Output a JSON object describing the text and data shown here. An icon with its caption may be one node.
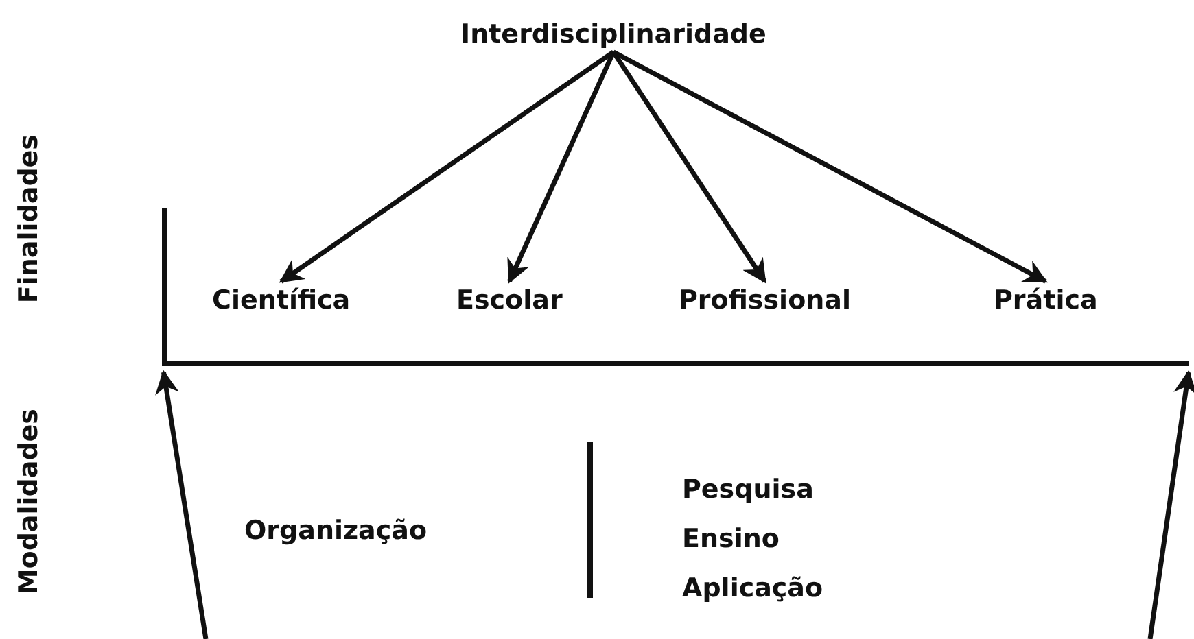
{
  "diagram": {
    "nodes": [
      {
        "text": [
          "Interdisciplinaridade"
        ]
      },
      {
        "text": [],
        "shape": "bar"
      },
      {
        "text": [
          "Científica"
        ],
        "in": 1
      },
      {
        "text": [
          "Escolar"
        ],
        "in": 1
      },
      {
        "text": [
          "Profissional"
        ],
        "in": 1
      },
      {
        "text": [
          "Prática"
        ],
        "in": 1
      }
    ],
    "edges": [
      {
        "from": 0,
        "to": 2,
        "arrow": "to"
      },
      {
        "from": 0,
        "to": 3,
        "arrow": "to"
      },
      {
        "from": 0,
        "to": 4,
        "arrow": "to"
      },
      {
        "from": 0,
        "to": 5,
        "arrow": "to"
      },
      {
        "from": null,
        "to": 1,
        "arrow": "to"
      },
      {
        "from": null,
        "to": 1,
        "arrow": "to"
      }
    ],
    "labels": [
      "Finalidades",
      "Modalidades",
      "Organização",
      "Pesquisa",
      "Ensino",
      "Aplicação"
    ]
  }
}
